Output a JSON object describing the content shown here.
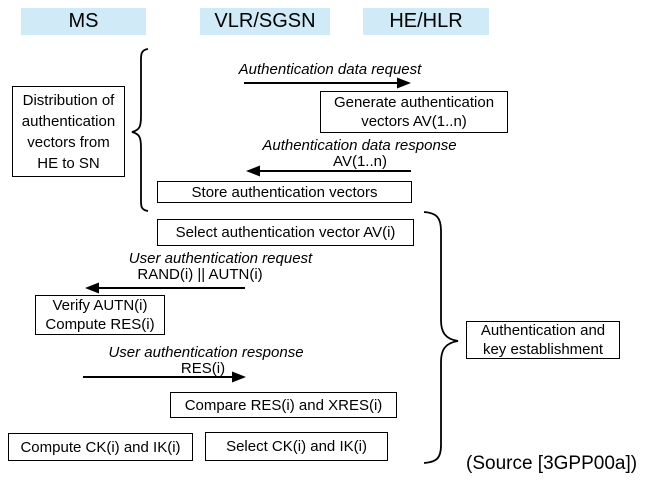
{
  "actors": [
    {
      "label": "MS"
    },
    {
      "label": "VLR/SGSN"
    },
    {
      "label": "HE/HLR"
    }
  ],
  "messages": [
    {
      "label": "Authentication data request",
      "sublabel": "",
      "direction": "right"
    },
    {
      "label": "Authentication data response",
      "sublabel": "AV(1..n)",
      "direction": "left"
    },
    {
      "label": "User authentication request",
      "sublabel": "RAND(i) || AUTN(i)",
      "direction": "left"
    },
    {
      "label": "User authentication response",
      "sublabel": "RES(i)",
      "direction": "right"
    }
  ],
  "process_boxes": {
    "distribution": {
      "lines": [
        "Distribution of",
        "authentication",
        "vectors from",
        "HE to SN"
      ]
    },
    "generate": {
      "lines": [
        "Generate authentication",
        "vectors AV(1..n)"
      ]
    },
    "store": {
      "label": "Store authentication vectors"
    },
    "select_av": {
      "label": "Select authentication vector AV(i)"
    },
    "verify": {
      "lines": [
        "Verify AUTN(i)",
        "Compute RES(i)"
      ]
    },
    "compare": {
      "label": "Compare RES(i) and XRES(i)"
    },
    "compute_ck": {
      "label": "Compute CK(i) and IK(i)"
    },
    "select_ck": {
      "label": "Select CK(i) and IK(i)"
    },
    "auth_key": {
      "lines": [
        "Authentication and",
        "key establishment"
      ]
    }
  },
  "annotations": {
    "source": "(Source [3GPP00a])"
  },
  "colors": {
    "actor_bg": "#d0eaf8",
    "line": "#000000"
  }
}
